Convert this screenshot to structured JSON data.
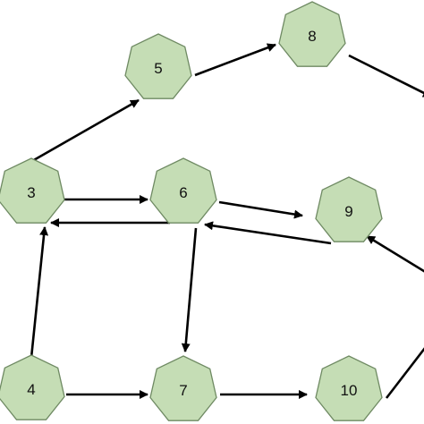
{
  "nodes": [
    {
      "id": "3",
      "label": "3"
    },
    {
      "id": "4",
      "label": "4"
    },
    {
      "id": "5",
      "label": "5"
    },
    {
      "id": "6",
      "label": "6"
    },
    {
      "id": "7",
      "label": "7"
    },
    {
      "id": "8",
      "label": "8"
    },
    {
      "id": "9",
      "label": "9"
    },
    {
      "id": "10",
      "label": "10"
    }
  ],
  "edges": [
    {
      "from": "3",
      "to": "5"
    },
    {
      "from": "5",
      "to": "8"
    },
    {
      "from": "3",
      "to": "6"
    },
    {
      "from": "6",
      "to": "3"
    },
    {
      "from": "6",
      "to": "9"
    },
    {
      "from": "9",
      "to": "6"
    },
    {
      "from": "4",
      "to": "3"
    },
    {
      "from": "6",
      "to": "7"
    },
    {
      "from": "4",
      "to": "7"
    },
    {
      "from": "7",
      "to": "10"
    }
  ],
  "colors": {
    "node_fill": "#c5ddb5",
    "node_stroke": "#6f8a63",
    "edge": "#000000"
  }
}
